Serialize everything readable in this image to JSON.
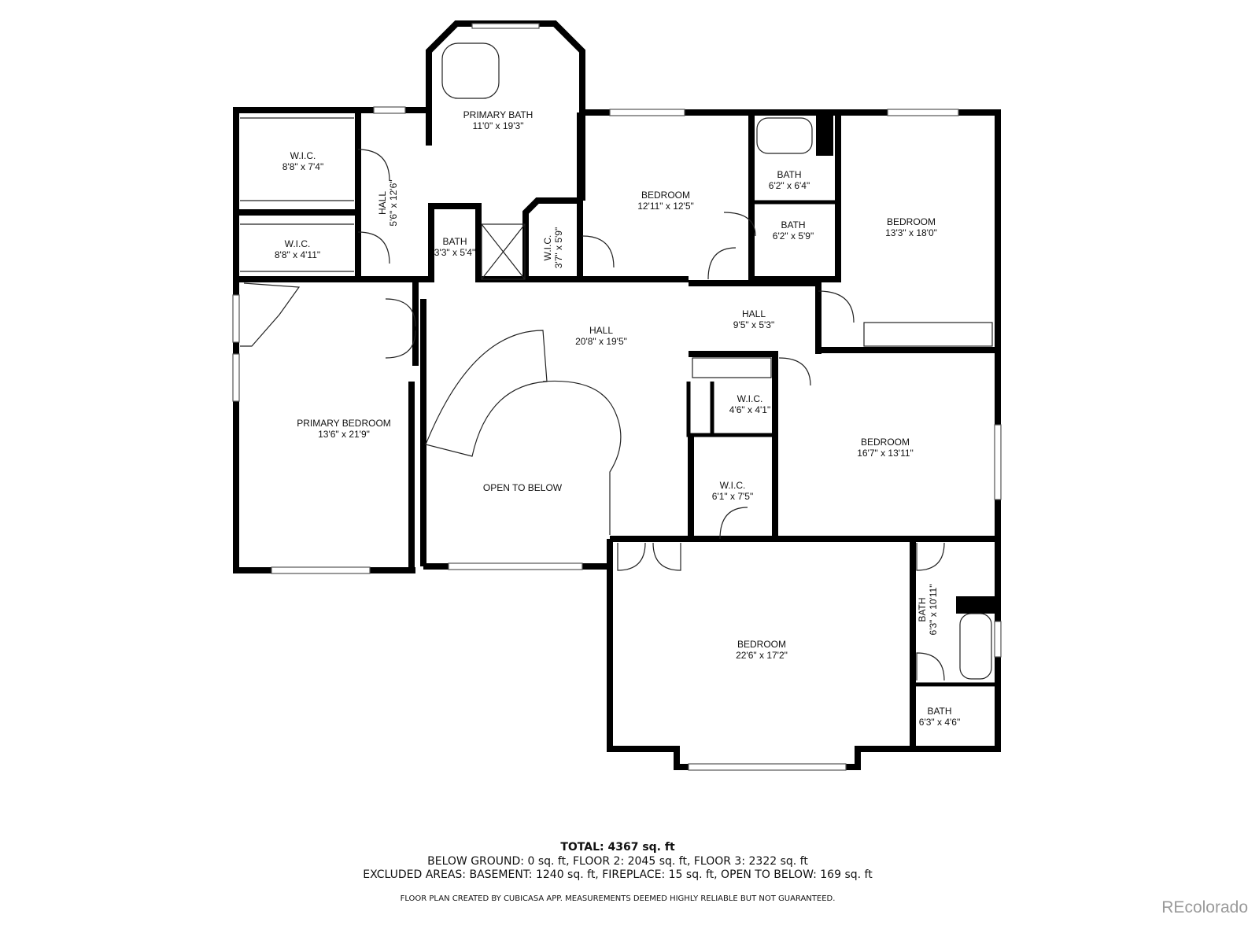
{
  "rooms": {
    "primary_bath": {
      "name": "PRIMARY BATH",
      "dims": "11'0\" x 19'3\""
    },
    "wic_1": {
      "name": "W.I.C.",
      "dims": "8'8\" x 7'4\""
    },
    "wic_2": {
      "name": "W.I.C.",
      "dims": "8'8\" x 4'11\""
    },
    "hall_1": {
      "name": "HALL",
      "dims": "5'6\" x 12'6\""
    },
    "bath_small": {
      "name": "BATH",
      "dims": "3'3\" x 5'4\""
    },
    "wic_3": {
      "name": "W.I.C.",
      "dims": "3'7\" x 5'9\""
    },
    "bedroom_1": {
      "name": "BEDROOM",
      "dims": "12'11\" x 12'5\""
    },
    "bath_2": {
      "name": "BATH",
      "dims": "6'2\" x 6'4\""
    },
    "bath_3": {
      "name": "BATH",
      "dims": "6'2\" x 5'9\""
    },
    "bedroom_2": {
      "name": "BEDROOM",
      "dims": "13'3\" x 18'0\""
    },
    "hall_2": {
      "name": "HALL",
      "dims": "20'8\" x 19'5\""
    },
    "hall_3": {
      "name": "HALL",
      "dims": "9'5\" x 5'3\""
    },
    "primary_bedroom": {
      "name": "PRIMARY BEDROOM",
      "dims": "13'6\" x 21'9\""
    },
    "open_to_below": {
      "name": "OPEN TO BELOW"
    },
    "wic_4": {
      "name": "W.I.C.",
      "dims": "4'6\" x 4'1\""
    },
    "wic_5": {
      "name": "W.I.C.",
      "dims": "6'1\" x 7'5\""
    },
    "bedroom_3": {
      "name": "BEDROOM",
      "dims": "16'7\" x 13'11\""
    },
    "bedroom_4": {
      "name": "BEDROOM",
      "dims": "22'6\" x 17'2\""
    },
    "bath_4": {
      "name": "BATH",
      "dims": "6'3\" x 10'11\""
    },
    "bath_5": {
      "name": "BATH",
      "dims": "6'3\" x 4'6\""
    }
  },
  "summary": {
    "total": "TOTAL: 4367 sq. ft",
    "line2": "BELOW GROUND: 0 sq. ft, FLOOR 2: 2045 sq. ft, FLOOR 3: 2322 sq. ft",
    "line3": "EXCLUDED AREAS: BASEMENT: 1240 sq. ft, FIREPLACE: 15 sq. ft, OPEN TO BELOW: 169 sq. ft",
    "disclaimer": "FLOOR PLAN CREATED BY CUBICASA APP. MEASUREMENTS DEEMED HIGHLY RELIABLE BUT NOT GUARANTEED."
  },
  "logo": "REcolorado"
}
